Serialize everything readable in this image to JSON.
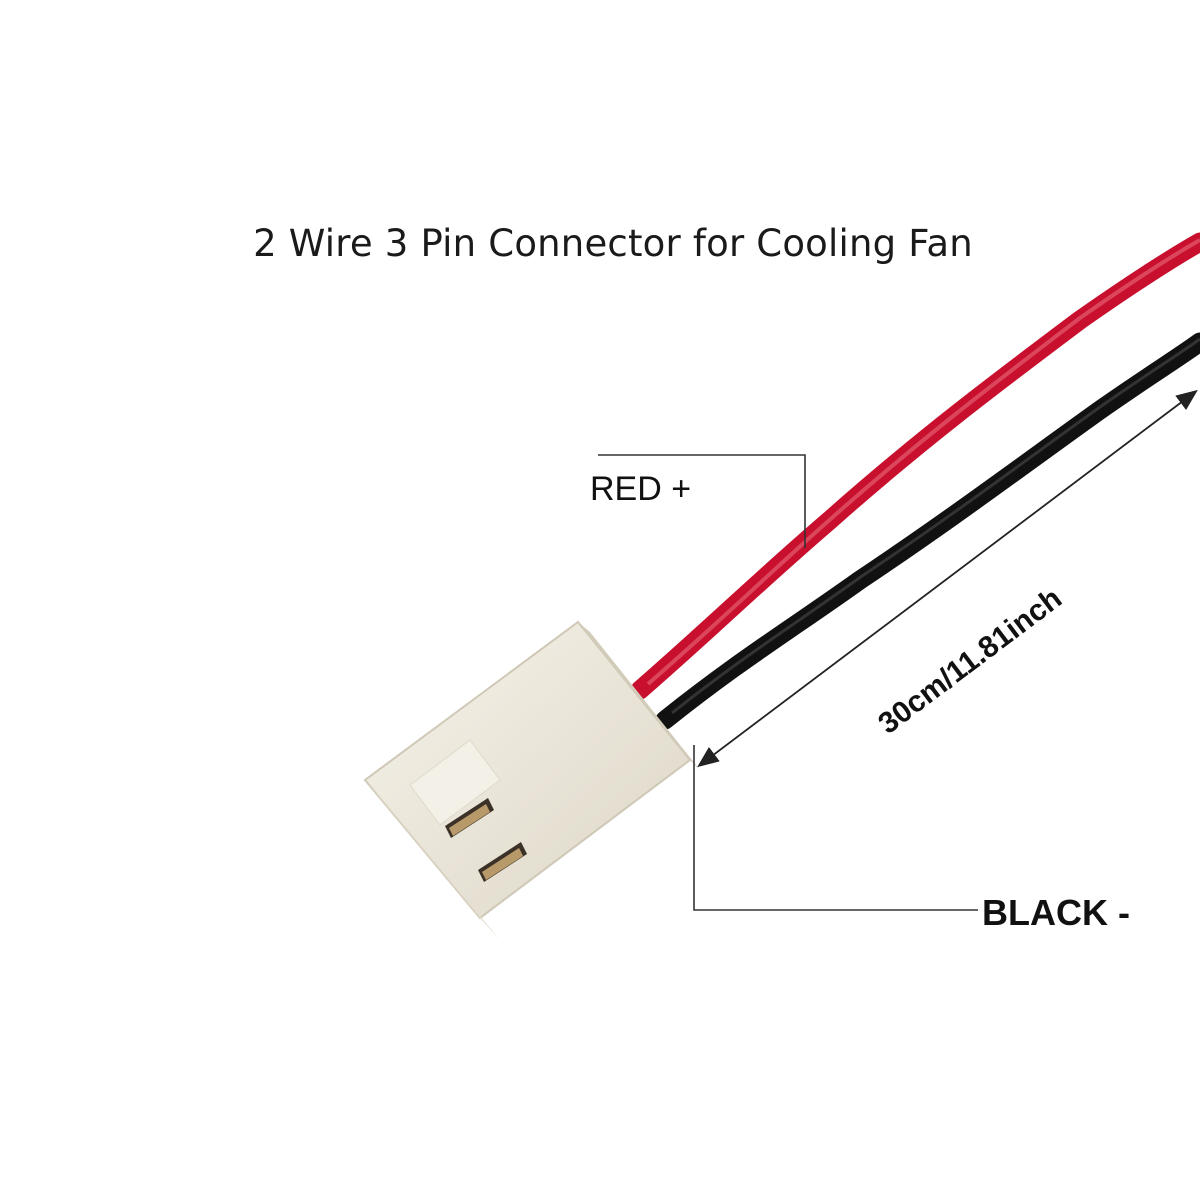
{
  "title": "2 Wire 3 Pin Connector for Cooling Fan",
  "labels": {
    "red": "RED +",
    "black": "BLACK -",
    "length": "30cm/11.81inch"
  },
  "colors": {
    "background": "#ffffff",
    "red_wire": "#c8102e",
    "black_wire": "#111111",
    "connector_body": "#ede9dd",
    "pin": "#b89a6a"
  }
}
